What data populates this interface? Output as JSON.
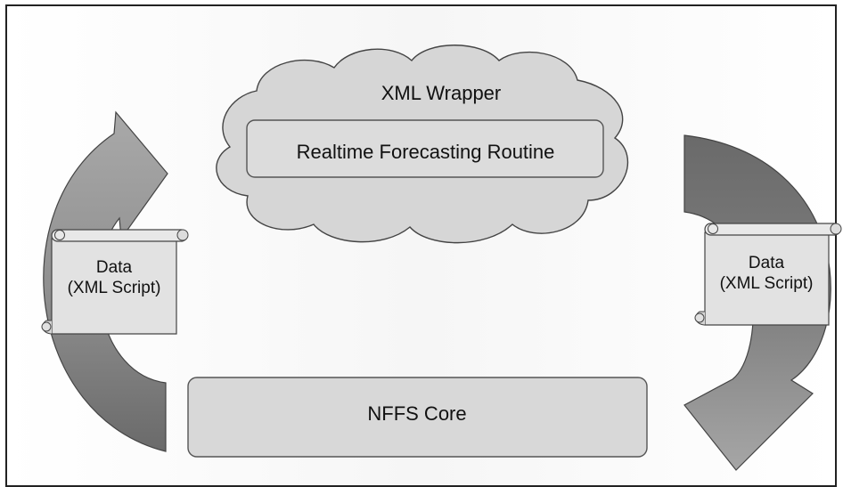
{
  "cloud": {
    "title": "XML Wrapper"
  },
  "routine": {
    "label": "Realtime Forecasting Routine"
  },
  "core": {
    "label": "NFFS Core"
  },
  "left_scroll": {
    "line1": "Data",
    "line2": "(XML Script)"
  },
  "right_scroll": {
    "line1": "Data",
    "line2": "(XML Script)"
  },
  "colors": {
    "arrow_light": "#9c9c9c",
    "arrow_dark": "#6e6e6e",
    "box_fill": "#d9d9d9",
    "cloud_fill": "#d6d6d6",
    "scroll_fill": "#e2e2e2"
  }
}
